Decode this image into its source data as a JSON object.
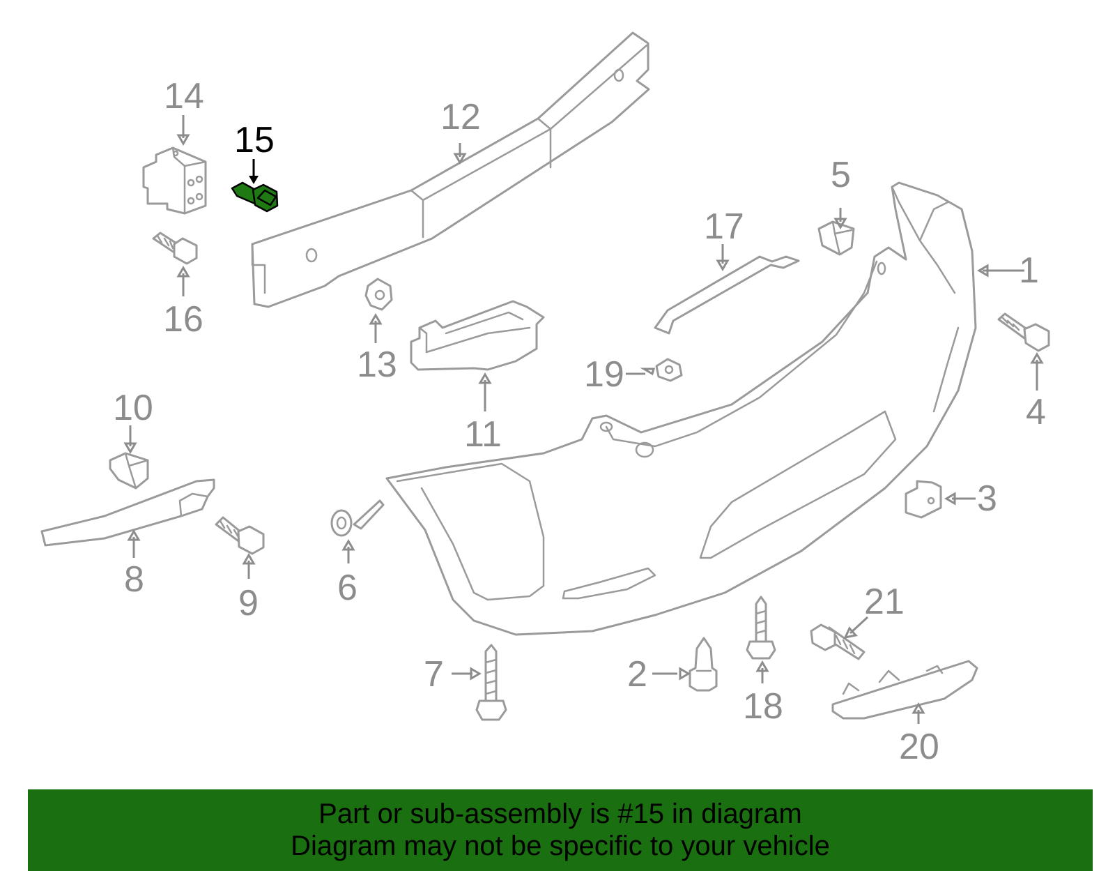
{
  "diagram": {
    "highlighted_part": "15",
    "callouts": {
      "1": "1",
      "2": "2",
      "3": "3",
      "4": "4",
      "5": "5",
      "6": "6",
      "7": "7",
      "8": "8",
      "9": "9",
      "10": "10",
      "11": "11",
      "12": "12",
      "13": "13",
      "14": "14",
      "15": "15",
      "16": "16",
      "17": "17",
      "18": "18",
      "19": "19",
      "20": "20",
      "21": "21"
    },
    "colors": {
      "highlight": "#1f7a14",
      "line": "#9a9a9a",
      "banner": "#1a7010"
    }
  },
  "banner": {
    "line1": "Part or sub-assembly is #15 in diagram",
    "line2": "Diagram may not be specific to your vehicle"
  }
}
